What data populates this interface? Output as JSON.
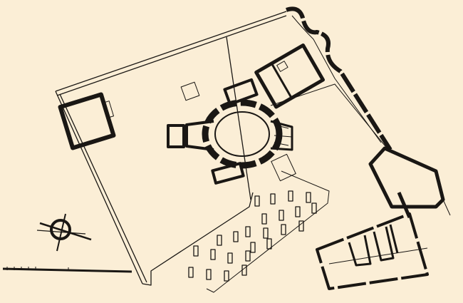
{
  "diagram": {
    "type": "architectural-floor-plan",
    "background_color": "#fbeed6",
    "ink_color": "#1a1714",
    "elements": [
      "outer-enclosure-wall",
      "square-tower",
      "central-rotunda",
      "oval-hall",
      "north-east-building",
      "east-perimeter-wall",
      "east-building",
      "south-east-building",
      "columned-courtyard",
      "north-arrow-icon",
      "scale-bar"
    ]
  }
}
